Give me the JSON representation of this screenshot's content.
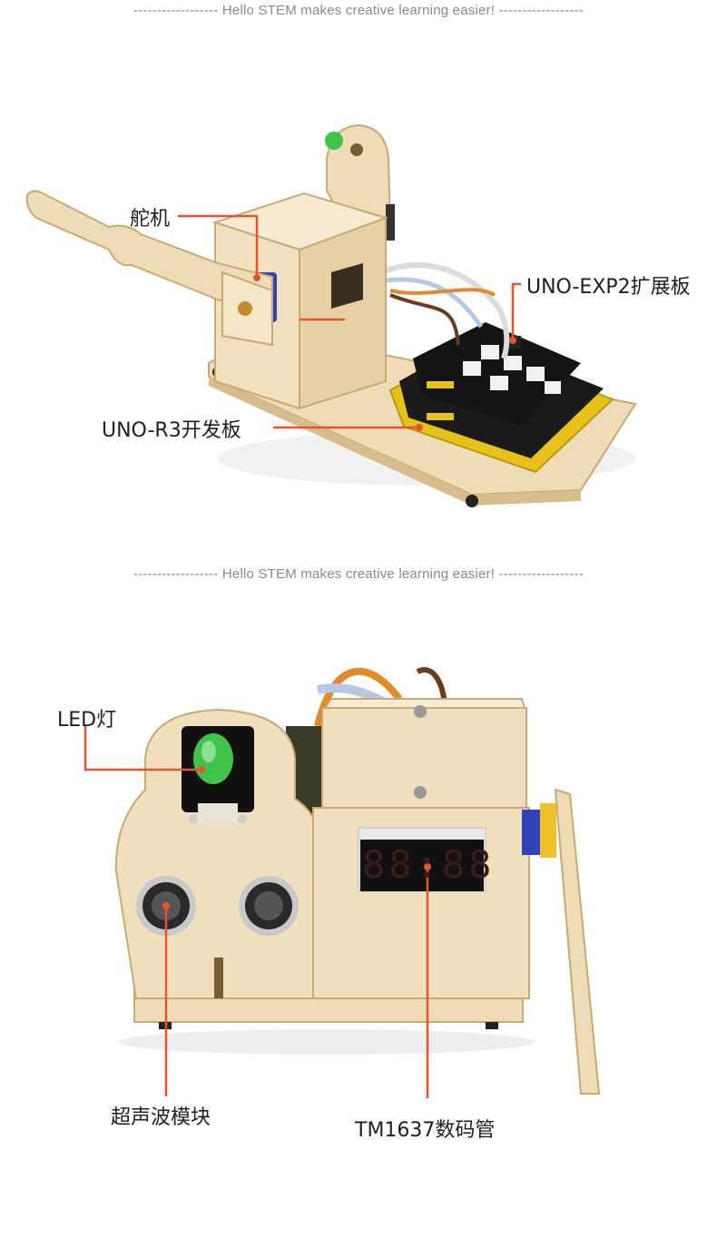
{
  "banner_top": "------------------ Hello STEM makes creative learning easier! ------------------",
  "banner_bottom": "------------------ Hello STEM makes creative learning easier! ------------------",
  "photo1": {
    "labels": {
      "servo": "舵机",
      "expansion_board": "UNO-EXP2扩展板",
      "main_board": "UNO-R3开发板"
    }
  },
  "photo2": {
    "labels": {
      "led": "LED灯",
      "ultrasonic": "超声波模块",
      "display": "TM1637数码管"
    },
    "display_digits": "88:88"
  },
  "colors": {
    "callout": "#e4552f",
    "wood": "#eedcb6",
    "wood_edge": "#c9aa76",
    "pcb": "#1a1a1a",
    "header_yellow": "#e8c21a",
    "led_green": "#3fc34a",
    "servo_blue": "#2f44b8"
  }
}
